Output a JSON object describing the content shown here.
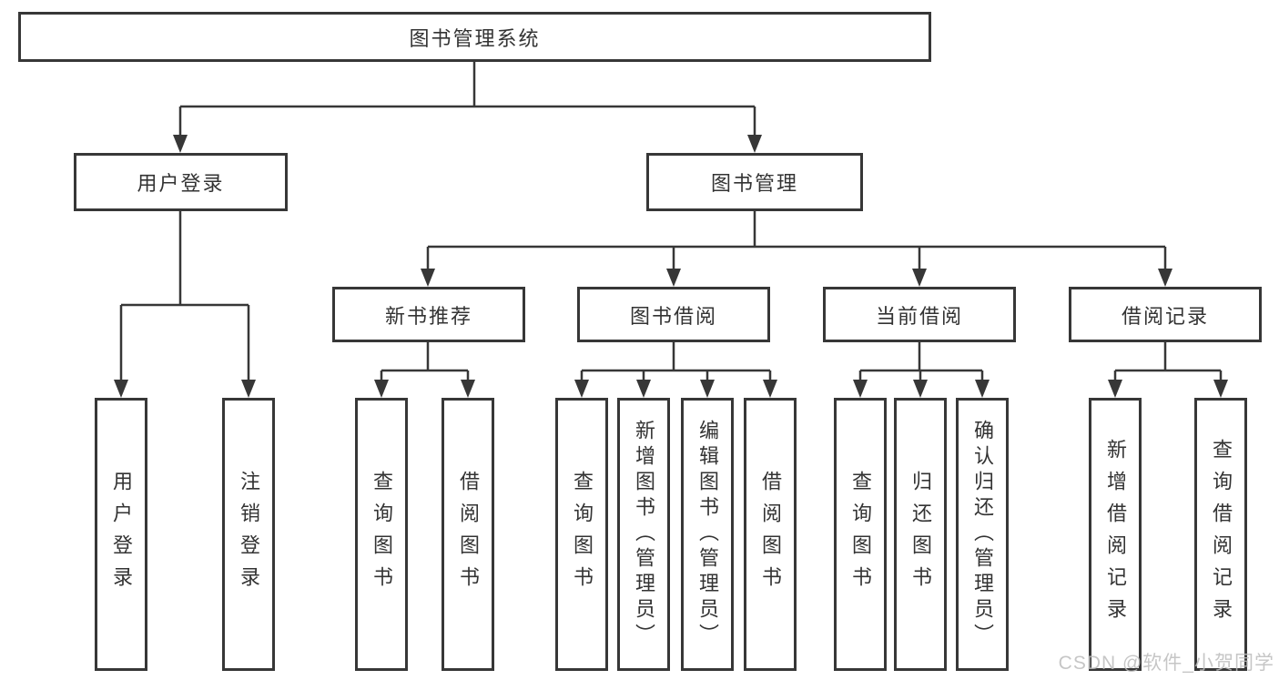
{
  "tree": {
    "root": {
      "label": "图书管理系统"
    },
    "branches": [
      {
        "label": "用户登录",
        "children": [
          {
            "label": "用户登录"
          },
          {
            "label": "注销登录"
          }
        ]
      },
      {
        "label": "图书管理",
        "children": [
          {
            "label": "新书推荐",
            "children": [
              {
                "label": "查询图书"
              },
              {
                "label": "借阅图书"
              }
            ]
          },
          {
            "label": "图书借阅",
            "children": [
              {
                "label": "查询图书"
              },
              {
                "label": "新增图书（管理员）"
              },
              {
                "label": "编辑图书（管理员）"
              },
              {
                "label": "借阅图书"
              }
            ]
          },
          {
            "label": "当前借阅",
            "children": [
              {
                "label": "查询图书"
              },
              {
                "label": "归还图书"
              },
              {
                "label": "确认归还（管理员）"
              }
            ]
          },
          {
            "label": "借阅记录",
            "children": [
              {
                "label": "新增借阅记录"
              },
              {
                "label": "查询借阅记录"
              }
            ]
          }
        ]
      }
    ]
  },
  "watermark": {
    "text": "CSDN @软件_小贺同学"
  },
  "colors": {
    "line": "#373737",
    "box_border": "#373737",
    "text": "#333333",
    "background": "#ffffff",
    "watermark": "#bdbdbd"
  }
}
